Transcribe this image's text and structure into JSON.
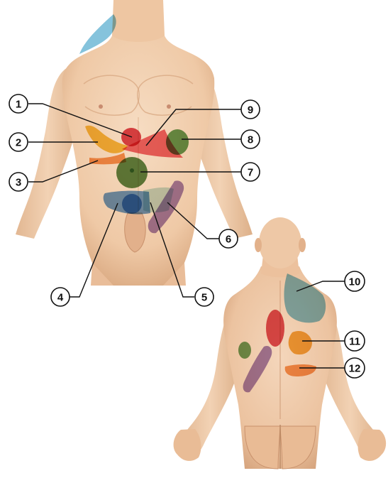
{
  "callouts": [
    {
      "number": "1",
      "region_color": "#d8343f"
    },
    {
      "number": "2",
      "region_color": "#f2b820"
    },
    {
      "number": "3",
      "region_color": "#f28a3a"
    },
    {
      "number": "4",
      "region_color": "#3f7fc8"
    },
    {
      "number": "5",
      "region_color": "#b9dcd6"
    },
    {
      "number": "6",
      "region_color": "#8e68b0"
    },
    {
      "number": "7",
      "region_color": "#4e7d34"
    },
    {
      "number": "8",
      "region_color": "#4e8f3a"
    },
    {
      "number": "9",
      "region_color": "#ea5058"
    },
    {
      "number": "10",
      "region_color": "#6fb9d6"
    },
    {
      "number": "11",
      "region_color": "#f0a020"
    },
    {
      "number": "12",
      "region_color": "#f28a3a"
    }
  ],
  "colors": {
    "skin": "#f3d3b6",
    "skin_shadow": "#dcae8a",
    "hair": "#7a5638",
    "shoulder_pain_zone": "#6fb9d6"
  }
}
